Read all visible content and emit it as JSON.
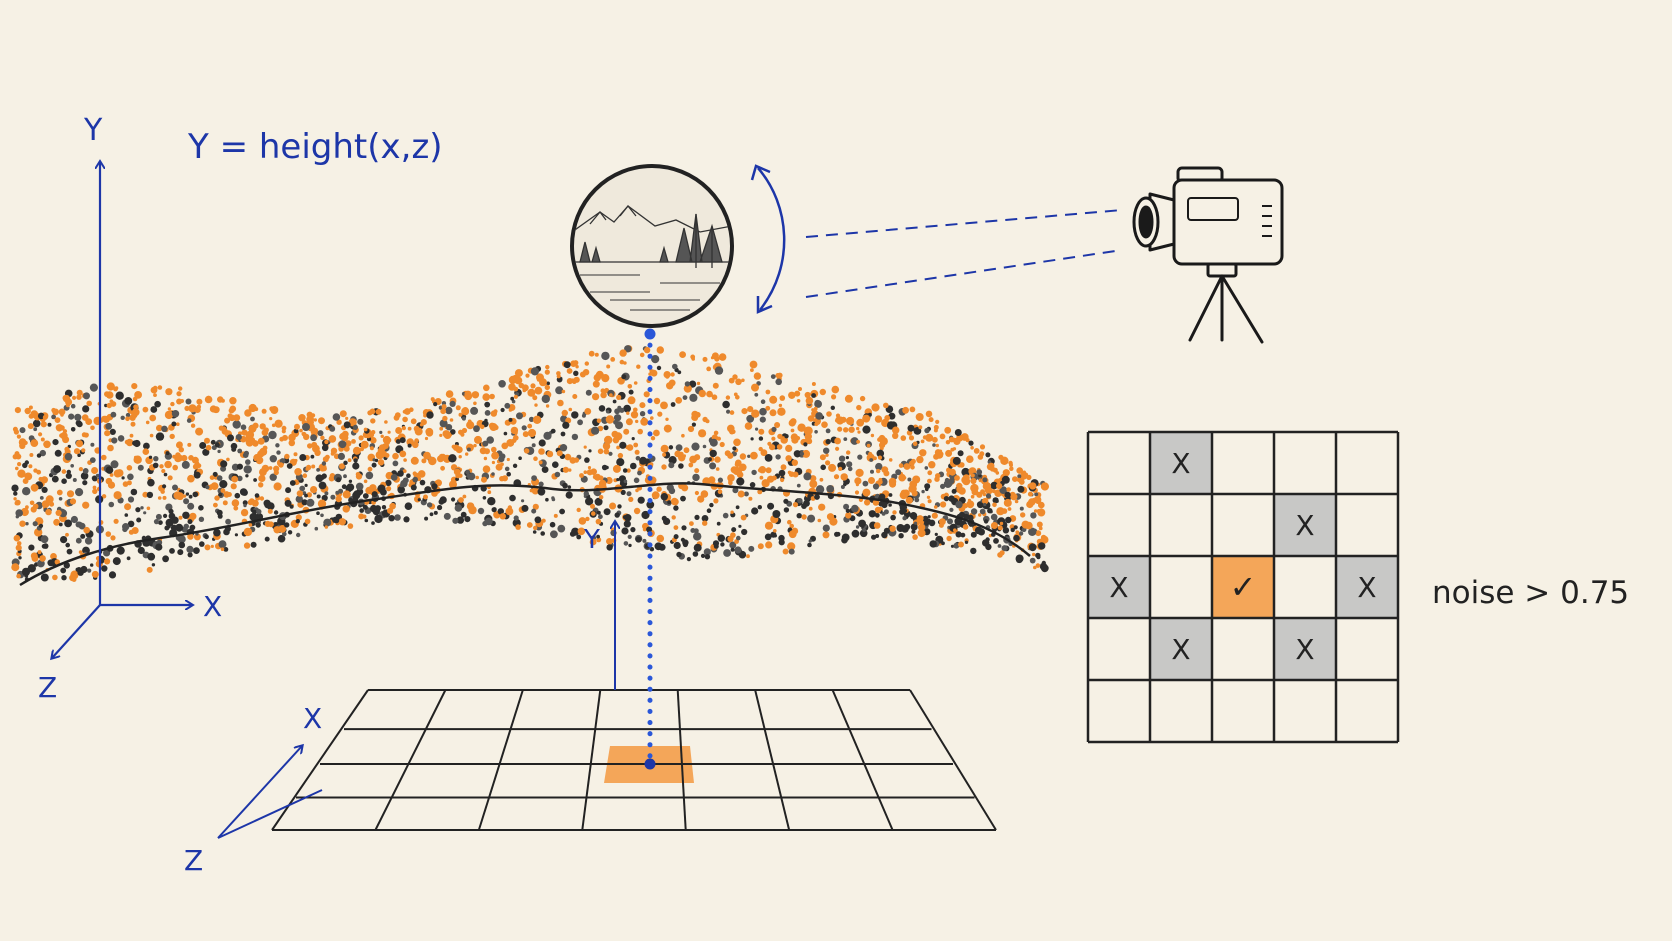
{
  "axes_main": {
    "y_label": "Y",
    "x_label": "X",
    "z_label": "Z"
  },
  "equation": "Y = height(x,z)",
  "grid_axes": {
    "y_label": "Y",
    "x_label": "X",
    "z_label": "Z"
  },
  "noise_grid": {
    "rows": 5,
    "cols": 5,
    "rejected_mark": "X",
    "accepted_mark": "✓",
    "rejected_cells": [
      [
        0,
        1
      ],
      [
        1,
        3
      ],
      [
        2,
        0
      ],
      [
        2,
        4
      ],
      [
        3,
        1
      ],
      [
        3,
        3
      ]
    ],
    "accepted_cell": [
      2,
      2
    ],
    "label": "noise > 0.75"
  },
  "colors": {
    "ink_blue": "#1d36a8",
    "dot_blue": "#2a57d8",
    "orange": "#ef8a2c",
    "cell_orange": "#f4a659",
    "rejected_gray": "#c8c8c6",
    "ink_dark": "#222222",
    "paper": "#f6f1e5"
  },
  "icons": [
    "camera-icon",
    "tripod-icon",
    "landscape-thumbnail",
    "rotate-arrow-icon"
  ]
}
